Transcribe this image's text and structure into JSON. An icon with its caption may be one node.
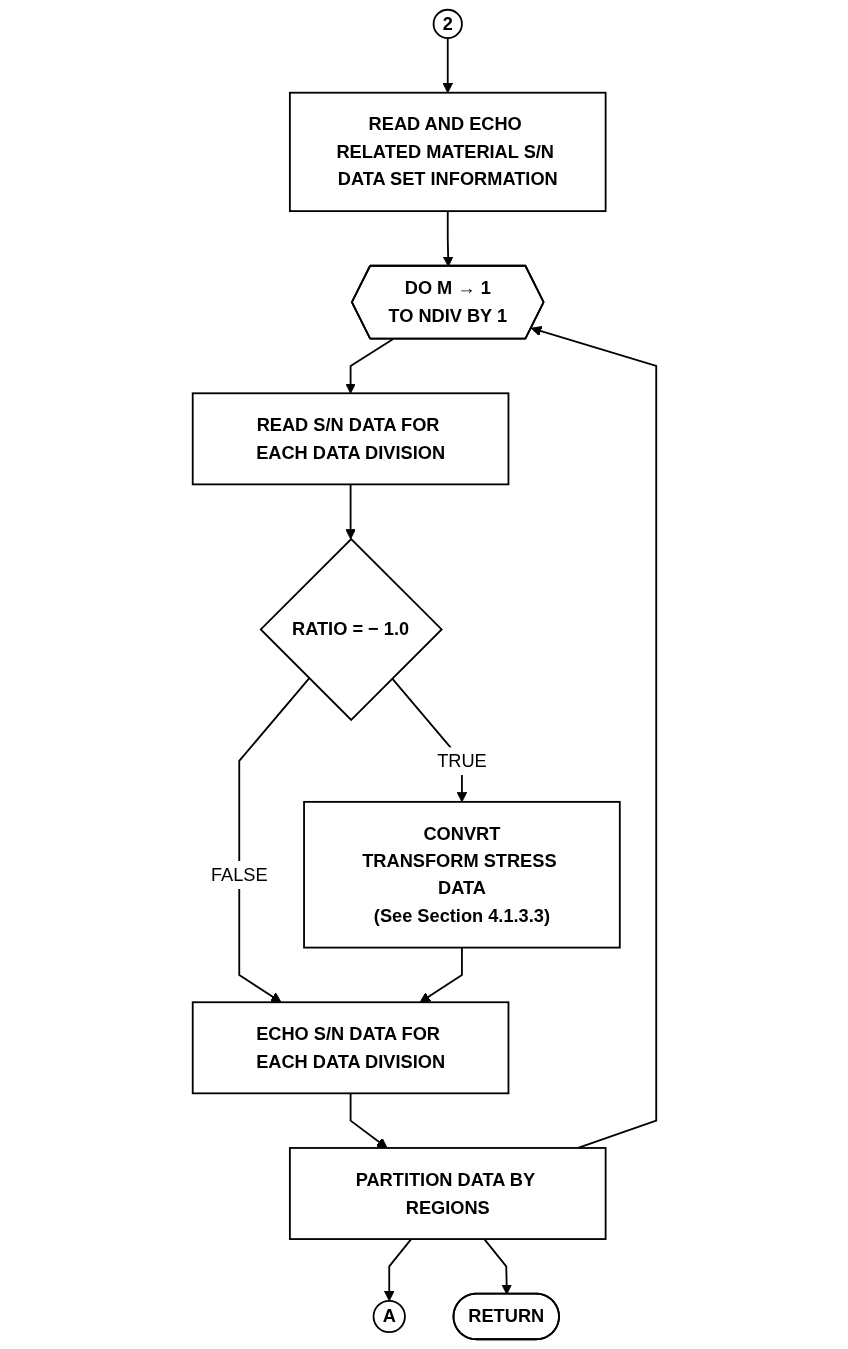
{
  "diagram": {
    "nodes": [
      {
        "text": [
          "A"
        ]
      },
      {
        "text": [
          "2"
        ]
      },
      {
        "text": [
          "READ AND ECHO RELATED MATERIAL S/N DATA SET INFORMATION"
        ]
      },
      {
        "text": [
          "DO M → 1",
          "TO NDIV BY 1"
        ]
      },
      {
        "text": [
          "READ S/N DATA FOR EACH DATA DIVISION"
        ]
      },
      {
        "text": [
          "RATIO = − 1.0"
        ]
      },
      {
        "text": [
          "CONVRT",
          "TRANSFORM STRESS DATA",
          "(See Section 4.1.3.3)"
        ]
      },
      {
        "text": [
          "ECHO S/N DATA FOR EACH DATA DIVISION"
        ]
      },
      {
        "text": [
          "PARTITION DATA BY REGIONS"
        ]
      },
      {
        "text": [
          "RETURN"
        ]
      }
    ],
    "edges": [
      {
        "from": 1,
        "to": 2,
        "arrow": "to"
      },
      {
        "from": 2,
        "to": 3,
        "arrow": "to"
      },
      {
        "from": 3,
        "to": 4,
        "arrow": "to"
      },
      {
        "from": 4,
        "to": 5,
        "arrow": "to"
      },
      {
        "from": 5,
        "to": 6,
        "label": "TRUE",
        "arrow": "to"
      },
      {
        "from": 5,
        "to": 7,
        "label": "FALSE",
        "arrow": "to"
      },
      {
        "from": 6,
        "to": 7,
        "arrow": "to"
      },
      {
        "from": 7,
        "to": 8,
        "arrow": "to"
      },
      {
        "from": 8,
        "to": 3,
        "arrow": "to"
      },
      {
        "from": 8,
        "to": 0,
        "arrow": "to"
      },
      {
        "from": 8,
        "to": 9,
        "arrow": "to"
      }
    ]
  }
}
